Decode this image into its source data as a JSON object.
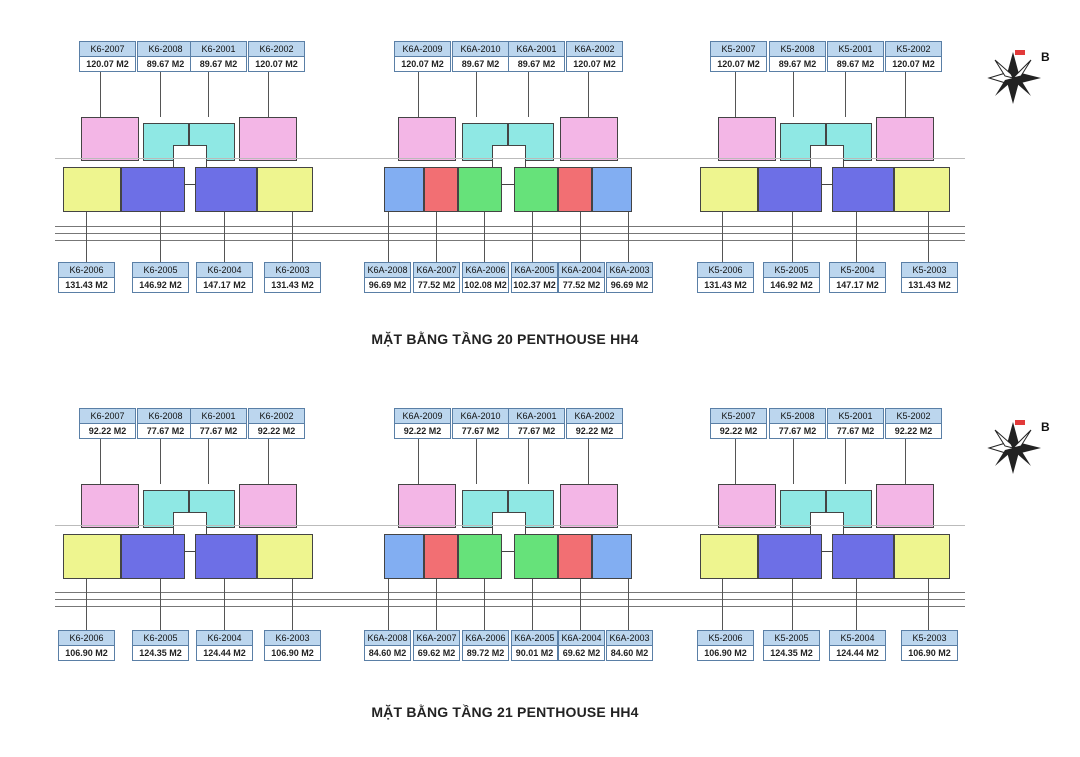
{
  "floors": [
    {
      "title": "MẶT BẰNG TẦNG 20 PENTHOUSE HH4",
      "k6_top": [
        {
          "code": "K6-2007",
          "area": "120.07 M2"
        },
        {
          "code": "K6-2008",
          "area": "89.67 M2"
        },
        {
          "code": "K6-2001",
          "area": "89.67 M2"
        },
        {
          "code": "K6-2002",
          "area": "120.07 M2"
        }
      ],
      "k6a_top": [
        {
          "code": "K6A-2009",
          "area": "120.07 M2"
        },
        {
          "code": "K6A-2010",
          "area": "89.67 M2"
        },
        {
          "code": "K6A-2001",
          "area": "89.67 M2"
        },
        {
          "code": "K6A-2002",
          "area": "120.07 M2"
        }
      ],
      "k5_top": [
        {
          "code": "K5-2007",
          "area": "120.07 M2"
        },
        {
          "code": "K5-2008",
          "area": "89.67 M2"
        },
        {
          "code": "K5-2001",
          "area": "89.67 M2"
        },
        {
          "code": "K5-2002",
          "area": "120.07 M2"
        }
      ],
      "k6_bottom": [
        {
          "code": "K6-2006",
          "area": "131.43 M2"
        },
        {
          "code": "K6-2005",
          "area": "146.92 M2"
        },
        {
          "code": "K6-2004",
          "area": "147.17 M2"
        },
        {
          "code": "K6-2003",
          "area": "131.43 M2"
        }
      ],
      "k6a_bottom": [
        {
          "code": "K6A-2008",
          "area": "96.69 M2"
        },
        {
          "code": "K6A-2007",
          "area": "77.52 M2"
        },
        {
          "code": "K6A-2006",
          "area": "102.08 M2"
        },
        {
          "code": "K6A-2005",
          "area": "102.37 M2"
        },
        {
          "code": "K6A-2004",
          "area": "77.52 M2"
        },
        {
          "code": "K6A-2003",
          "area": "96.69 M2"
        }
      ],
      "k5_bottom": [
        {
          "code": "K5-2006",
          "area": "131.43 M2"
        },
        {
          "code": "K5-2005",
          "area": "146.92 M2"
        },
        {
          "code": "K5-2004",
          "area": "147.17 M2"
        },
        {
          "code": "K5-2003",
          "area": "131.43 M2"
        }
      ]
    },
    {
      "title": "MẶT BẰNG TẦNG 21 PENTHOUSE HH4",
      "k6_top": [
        {
          "code": "K6-2007",
          "area": "92.22 M2"
        },
        {
          "code": "K6-2008",
          "area": "77.67 M2"
        },
        {
          "code": "K6-2001",
          "area": "77.67 M2"
        },
        {
          "code": "K6-2002",
          "area": "92.22 M2"
        }
      ],
      "k6a_top": [
        {
          "code": "K6A-2009",
          "area": "92.22 M2"
        },
        {
          "code": "K6A-2010",
          "area": "77.67 M2"
        },
        {
          "code": "K6A-2001",
          "area": "77.67 M2"
        },
        {
          "code": "K6A-2002",
          "area": "92.22 M2"
        }
      ],
      "k5_top": [
        {
          "code": "K5-2007",
          "area": "92.22 M2"
        },
        {
          "code": "K5-2008",
          "area": "77.67 M2"
        },
        {
          "code": "K5-2001",
          "area": "77.67 M2"
        },
        {
          "code": "K5-2002",
          "area": "92.22 M2"
        }
      ],
      "k6_bottom": [
        {
          "code": "K6-2006",
          "area": "106.90 M2"
        },
        {
          "code": "K6-2005",
          "area": "124.35 M2"
        },
        {
          "code": "K6-2004",
          "area": "124.44 M2"
        },
        {
          "code": "K6-2003",
          "area": "106.90 M2"
        }
      ],
      "k6a_bottom": [
        {
          "code": "K6A-2008",
          "area": "84.60 M2"
        },
        {
          "code": "K6A-2007",
          "area": "69.62 M2"
        },
        {
          "code": "K6A-2006",
          "area": "89.72 M2"
        },
        {
          "code": "K6A-2005",
          "area": "90.01 M2"
        },
        {
          "code": "K6A-2004",
          "area": "69.62 M2"
        },
        {
          "code": "K6A-2003",
          "area": "84.60 M2"
        }
      ],
      "k5_bottom": [
        {
          "code": "K5-2006",
          "area": "106.90 M2"
        },
        {
          "code": "K5-2005",
          "area": "124.35 M2"
        },
        {
          "code": "K5-2004",
          "area": "124.44 M2"
        },
        {
          "code": "K5-2003",
          "area": "106.90 M2"
        }
      ]
    }
  ],
  "compass_label": "B",
  "colors": {
    "pink": "#f3b6e6",
    "cyan": "#8fe8e4",
    "yellow": "#eef58f",
    "blue": "#6d6fe6",
    "light_blue": "#82aef2",
    "red": "#f26f73",
    "green": "#66e27a",
    "tag_header": "#bcd6ee"
  }
}
